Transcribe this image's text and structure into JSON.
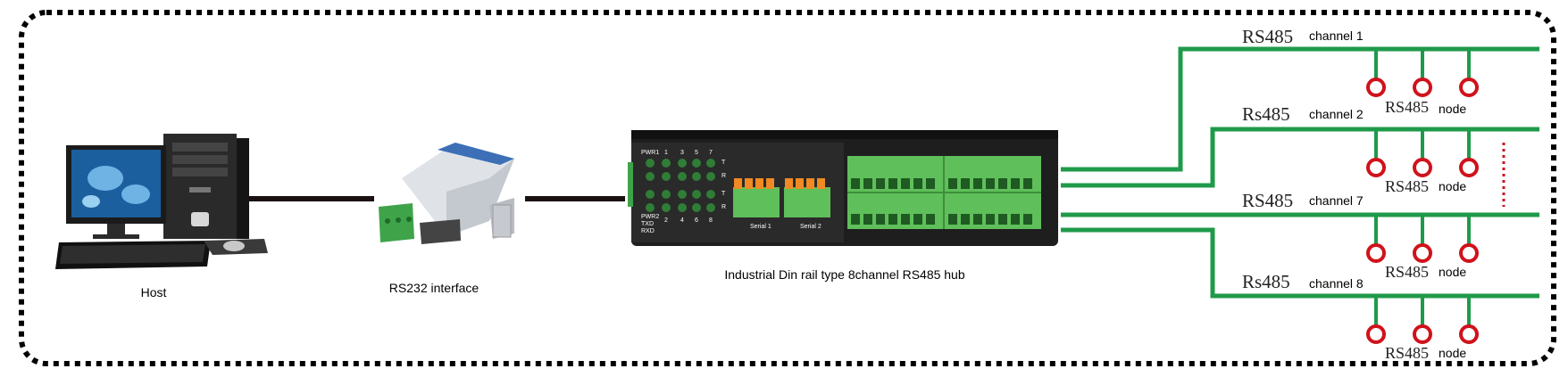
{
  "labels": {
    "host": "Host",
    "rs232": "RS232 interface",
    "hub": "Industrial Din rail type 8channel RS485 hub"
  },
  "device_text": {
    "pwr1": "PWR1",
    "pwr2": "PWR2",
    "txd": "TXD",
    "rxd": "RXD",
    "t": "T",
    "r": "R",
    "serial1": "Serial 1",
    "serial2": "Serial 2",
    "top_numbers": [
      "1",
      "3",
      "5",
      "7"
    ],
    "bottom_numbers": [
      "2",
      "4",
      "6",
      "8"
    ]
  },
  "channels": [
    {
      "bus": "RS485",
      "name": "channel 1",
      "node_bus": "RS485",
      "node_word": "node"
    },
    {
      "bus": "Rs485",
      "name": "channel 2",
      "node_bus": "RS485",
      "node_word": "node"
    },
    {
      "bus": "RS485",
      "name": "channel 7",
      "node_bus": "RS485",
      "node_word": "node"
    },
    {
      "bus": "Rs485",
      "name": "channel 8",
      "node_bus": "RS485",
      "node_word": "node"
    }
  ],
  "colors": {
    "border": "#000000",
    "link": "#1a1111",
    "bus": "#1f9a4a",
    "node": "#d0121b",
    "ellipsis": "#d0121b",
    "hub_body": "#1e1e1e",
    "terminal": "#5fbf5a",
    "terminal_orange": "#f08a24"
  },
  "icons": [
    "monitor-icon",
    "pc-tower-icon",
    "keyboard-icon",
    "mouse-icon",
    "converter-icon",
    "hub-icon",
    "node-icon"
  ]
}
